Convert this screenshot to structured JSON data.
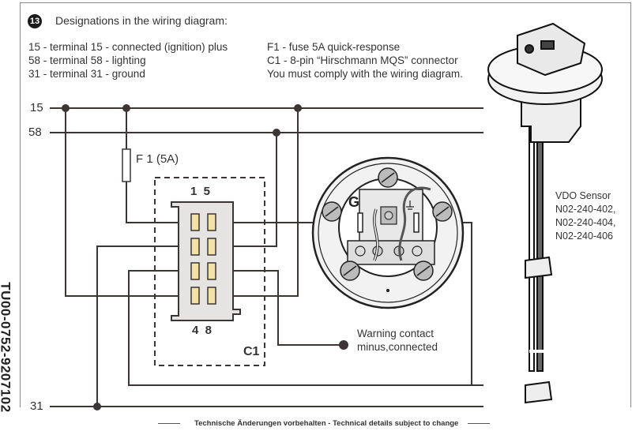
{
  "header": {
    "step_number": "13",
    "title": "Designations in the wiring diagram:"
  },
  "legend_left": [
    "15 - terminal 15 - connected (ignition) plus",
    "58 - terminal 58 - lighting",
    "31 - terminal 31 - ground"
  ],
  "legend_right": [
    "F1 - fuse 5A quick-response",
    "C1 - 8-pin “Hirschmann MQS” connector",
    "You must comply with the wiring diagram."
  ],
  "buses": {
    "b15": "15",
    "b58": "58",
    "b31": "31"
  },
  "fuse": {
    "label": "F 1 (5A)"
  },
  "connector": {
    "top_pins": "1  5",
    "bottom_pins": "4  8",
    "name": "C1"
  },
  "gauge": {
    "g_label": "G"
  },
  "warning": {
    "line1": "Warning contact",
    "line2": "minus,connected"
  },
  "sensor": {
    "line1": "VDO Sensor",
    "line2": "N02-240-402,",
    "line3": "N02-240-404,",
    "line4": "N02-240-406"
  },
  "side_code": "TU00-0752-9207102",
  "footer": "Technische Änderungen vorbehalten  -  Technical details subject to change",
  "colors": {
    "wire": "#3d3533",
    "pin": "#f3e2a6",
    "connector_body": "#e6e4e2"
  }
}
